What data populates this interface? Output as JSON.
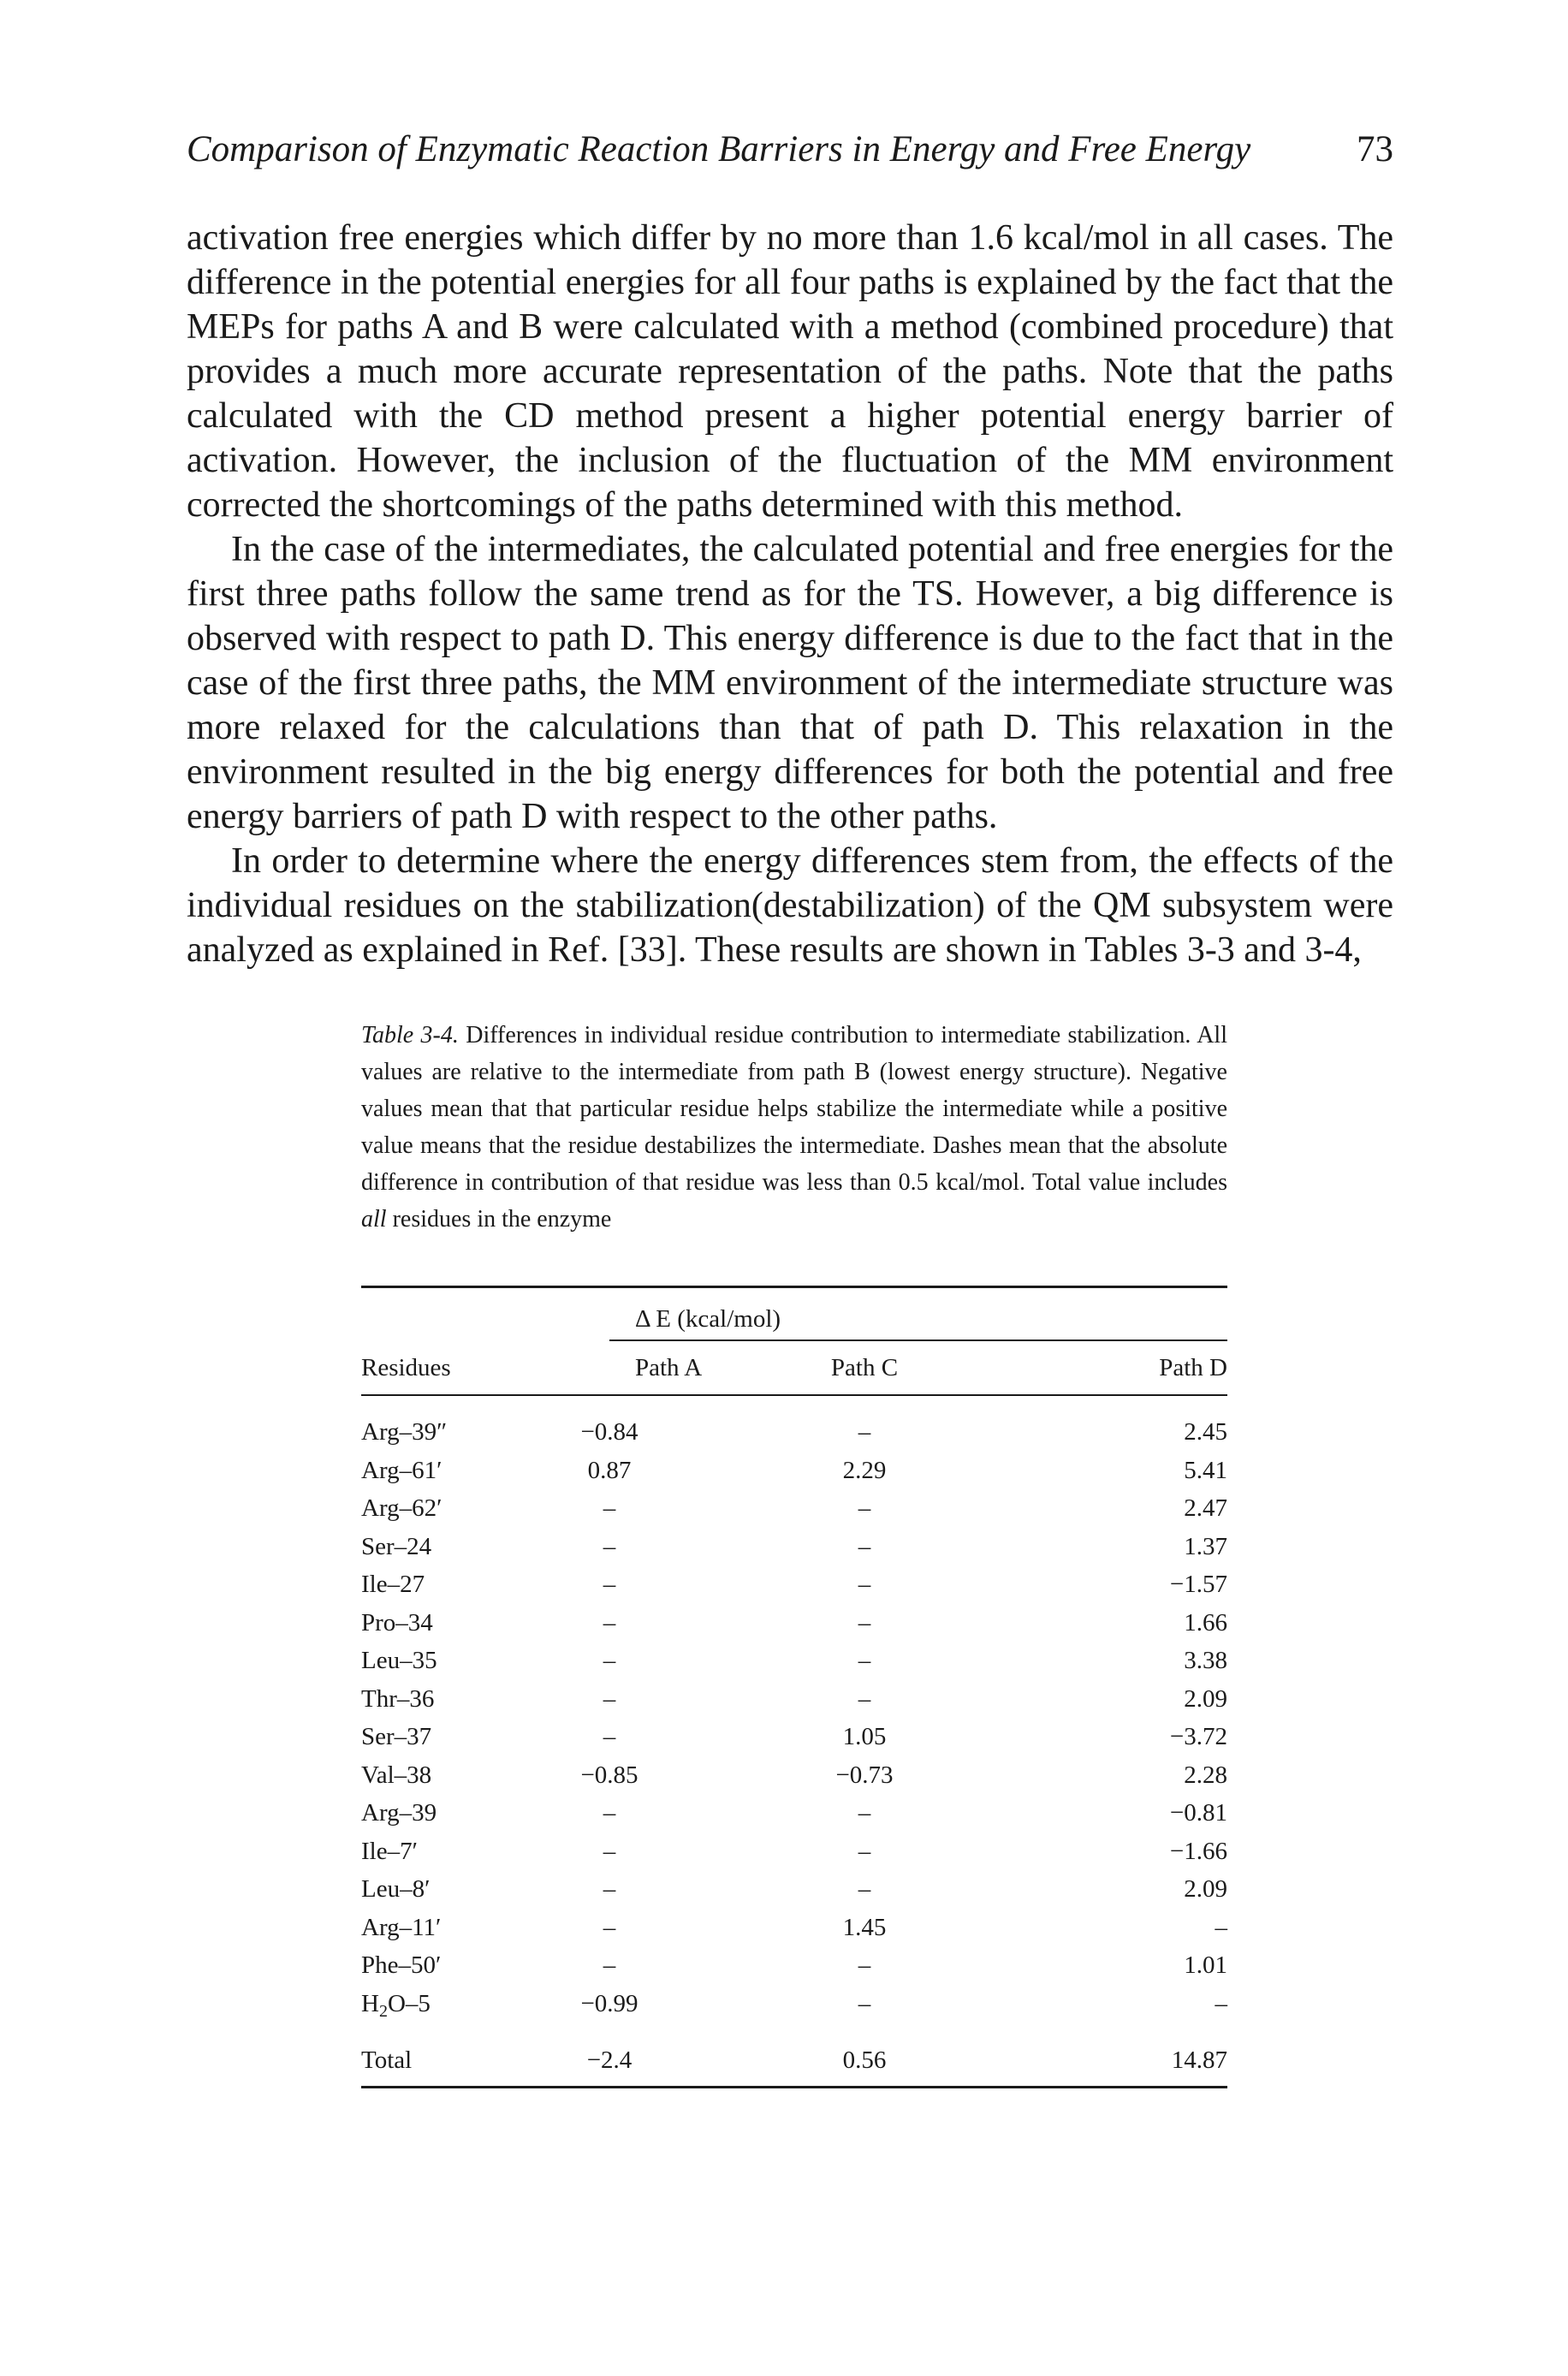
{
  "header": {
    "running_title": "Comparison of Enzymatic Reaction Barriers in Energy and Free Energy",
    "page_number": "73"
  },
  "body": {
    "paragraphs": [
      "activation free energies which differ by no more than 1.6 kcal/mol in all cases. The difference in the potential energies for all four paths is explained by the fact that the MEPs for paths A and B were calculated with a method (combined procedure) that provides a much more accurate representation of the paths. Note that the paths calculated with the CD method present a higher potential energy barrier of activation. However, the inclusion of the fluctuation of the MM environment corrected the shortcomings of the paths determined with this method.",
      "In the case of the intermediates, the calculated potential and free energies for the first three paths follow the same trend as for the TS. However, a big difference is observed with respect to path D. This energy difference is due to the fact that in the case of the first three paths, the MM environment of the intermediate structure was more relaxed for the calculations than that of path D. This relaxation in the environment resulted in the big energy differences for both the potential and free energy barriers of path D with respect to the other paths.",
      "In order to determine where the energy differences stem from, the effects of the individual residues on the stabilization(destabilization) of the QM subsystem were analyzed as explained in Ref. [33]. These results are shown in Tables 3-3 and 3-4,"
    ]
  },
  "table": {
    "label": "Table 3-4.",
    "caption": " Differences in individual residue contribution to intermediate stabilization. All values are relative to the intermediate from path B (lowest energy structure). Negative values mean that that particular residue helps stabilize the intermediate while a positive value means that the residue destabilizes the intermediate. Dashes mean that the absolute difference in contribution of that residue was less than 0.5 kcal/mol. Total value includes ",
    "caption_italic": "all",
    "caption_end": " residues in the enzyme",
    "group_header": "Δ E (kcal/mol)",
    "columns": [
      "Residues",
      "Path A",
      "Path C",
      "Path D"
    ],
    "rows": [
      {
        "residue": "Arg–39″",
        "a": "−0.84",
        "c": "–",
        "d": "2.45"
      },
      {
        "residue": "Arg–61′",
        "a": "0.87",
        "c": "2.29",
        "d": "5.41"
      },
      {
        "residue": "Arg–62′",
        "a": "–",
        "c": "–",
        "d": "2.47"
      },
      {
        "residue": "Ser–24",
        "a": "–",
        "c": "–",
        "d": "1.37"
      },
      {
        "residue": "Ile–27",
        "a": "–",
        "c": "–",
        "d": "−1.57"
      },
      {
        "residue": "Pro–34",
        "a": "–",
        "c": "–",
        "d": "1.66"
      },
      {
        "residue": "Leu–35",
        "a": "–",
        "c": "–",
        "d": "3.38"
      },
      {
        "residue": "Thr–36",
        "a": "–",
        "c": "–",
        "d": "2.09"
      },
      {
        "residue": "Ser–37",
        "a": "–",
        "c": "1.05",
        "d": "−3.72"
      },
      {
        "residue": "Val–38",
        "a": "−0.85",
        "c": "−0.73",
        "d": "2.28"
      },
      {
        "residue": "Arg–39",
        "a": "–",
        "c": "–",
        "d": "−0.81"
      },
      {
        "residue": "Ile–7′",
        "a": "–",
        "c": "–",
        "d": "−1.66"
      },
      {
        "residue": "Leu–8′",
        "a": "–",
        "c": "–",
        "d": "2.09"
      },
      {
        "residue": "Arg–11′",
        "a": "–",
        "c": "1.45",
        "d": "–"
      },
      {
        "residue": "Phe–50′",
        "a": "–",
        "c": "–",
        "d": "1.01"
      }
    ],
    "water_row": {
      "residue_prefix": "H",
      "residue_sub": "2",
      "residue_suffix": "O–5",
      "a": "−0.99",
      "c": "–",
      "d": "–"
    },
    "total": {
      "label": "Total",
      "a": "−2.4",
      "c": "0.56",
      "d": "14.87"
    }
  }
}
